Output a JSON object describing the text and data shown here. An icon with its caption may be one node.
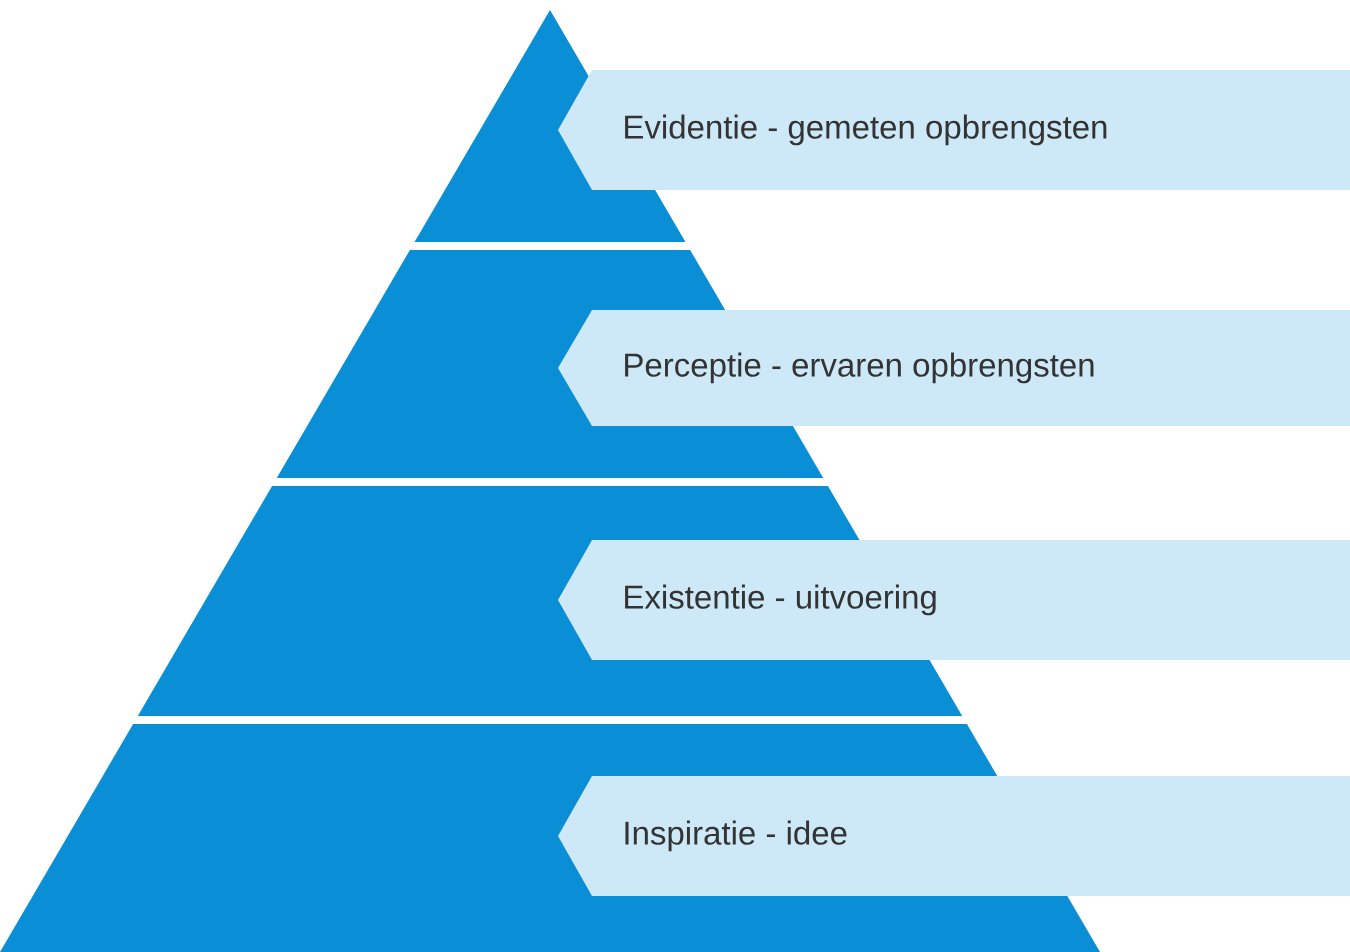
{
  "diagram": {
    "nodes": [
      {
        "text": [
          "Evidentie - gemeten opbrengsten"
        ]
      },
      {
        "text": [
          "Perceptie - ervaren opbrengsten"
        ]
      },
      {
        "text": [
          "Existentie - uitvoering"
        ]
      },
      {
        "text": [
          "Inspiratie - idee"
        ]
      }
    ]
  }
}
